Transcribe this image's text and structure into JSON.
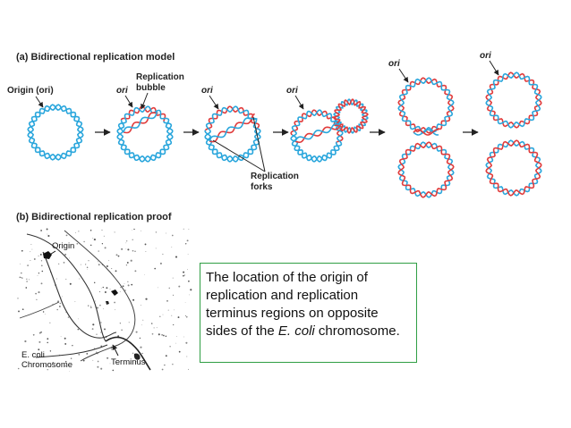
{
  "panel_a": {
    "title": "(a) Bidirectional replication model",
    "origin_label": "Origin (ori)",
    "ori_label": "ori",
    "bubble_label_line1": "Replication",
    "bubble_label_line2": "bubble",
    "forks_label_line1": "Replication",
    "forks_label_line2": "forks"
  },
  "panel_b": {
    "title": "(b) Bidirectional replication proof",
    "micro_origin": "Origin",
    "micro_ecoli": "E. coli",
    "micro_chromosome": "Chromosome",
    "micro_terminus": "Terminus"
  },
  "caption": {
    "pre": "The location of the origin of replication and replication terminus regions on opposite sides of the ",
    "italic": "E. coli",
    "post": " chromosome."
  },
  "colors": {
    "dna_blue": "#2aa6dc",
    "dna_red": "#e03c3c",
    "border_green": "#2f9e44"
  }
}
